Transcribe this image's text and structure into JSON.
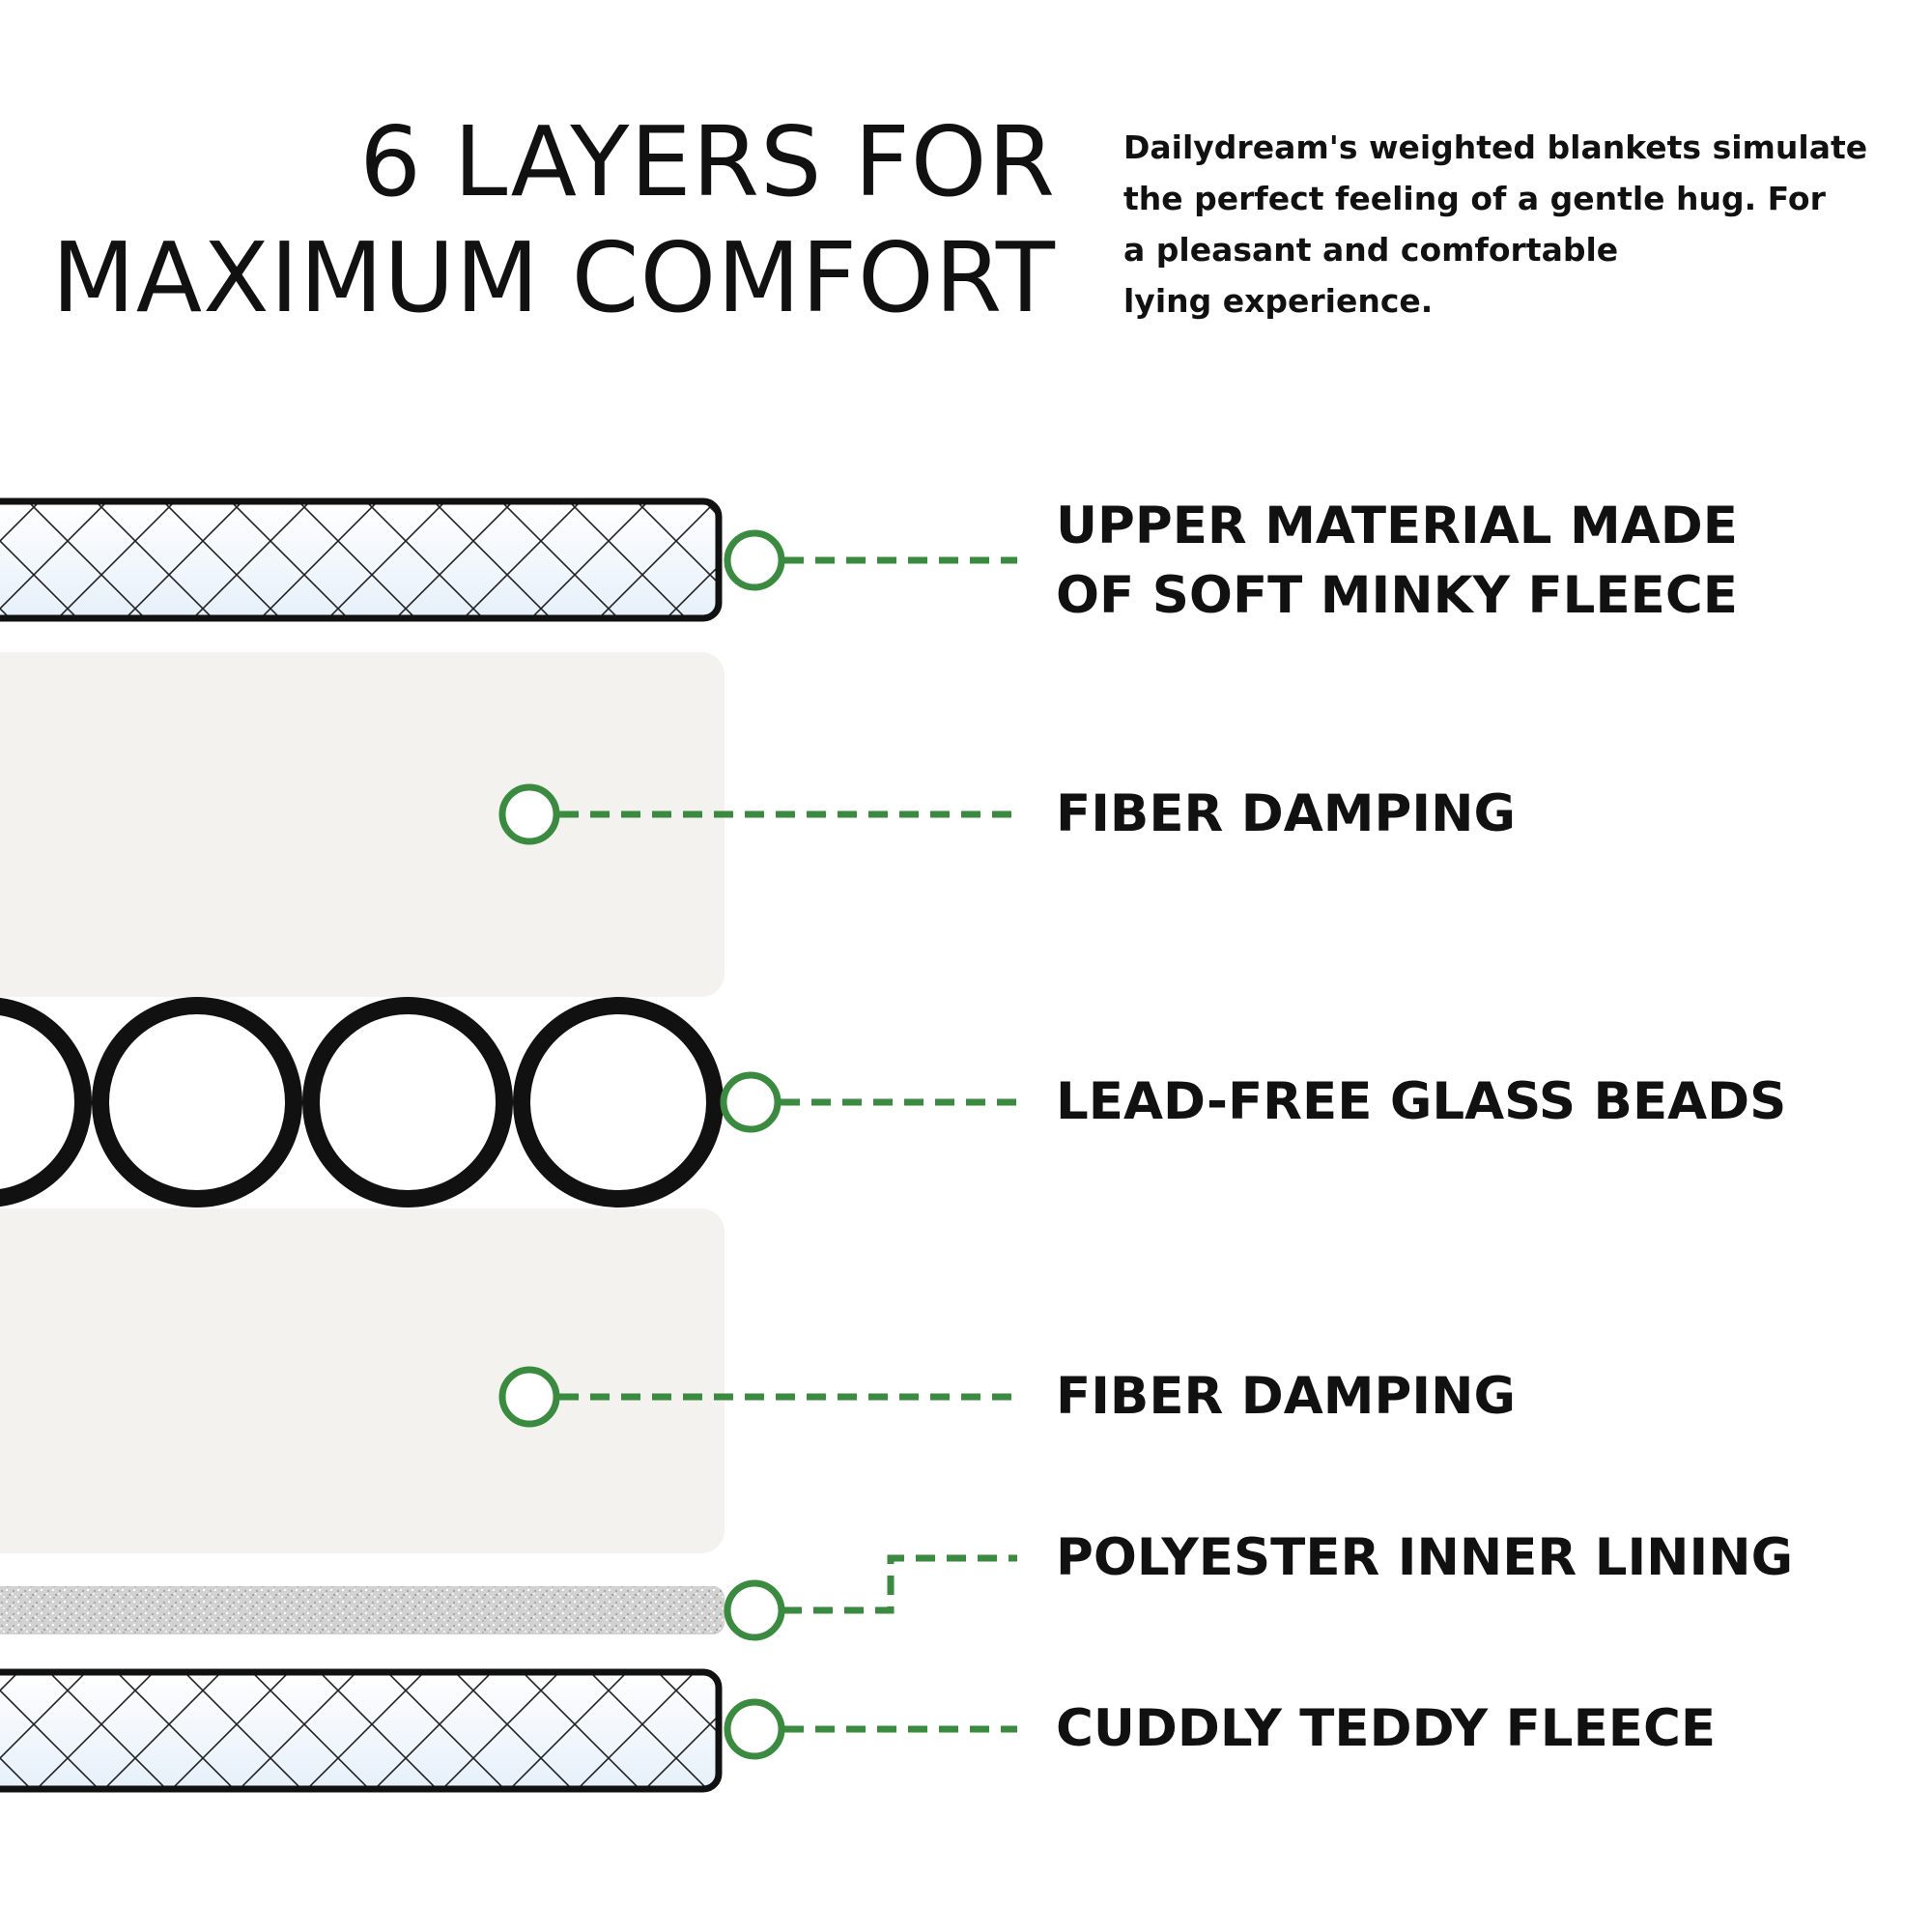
{
  "heading": {
    "line1": "6 LAYERS FOR",
    "line2": "MAXIMUM COMFORT"
  },
  "description": {
    "line1": "Dailydream's weighted blankets simulate",
    "line2": "the perfect feeling of a gentle hug. For",
    "line3": "a pleasant and comfortable",
    "line4": "lying experience."
  },
  "layers": [
    {
      "label_line1": "UPPER MATERIAL MADE",
      "label_line2": "OF SOFT MINKY FLEECE"
    },
    {
      "label": "FIBER DAMPING"
    },
    {
      "label": "LEAD-FREE GLASS BEADS"
    },
    {
      "label": "FIBER DAMPING"
    },
    {
      "label": "POLYESTER INNER LINING"
    },
    {
      "label": "CUDDLY TEDDY FLEECE"
    }
  ],
  "colors": {
    "accent_green": "#3a8a3f",
    "outline": "#111111",
    "fiber_fill": "#f3f2ef",
    "fleece_fill": "#eef4fa",
    "lining_fill": "#c9c9c9"
  }
}
